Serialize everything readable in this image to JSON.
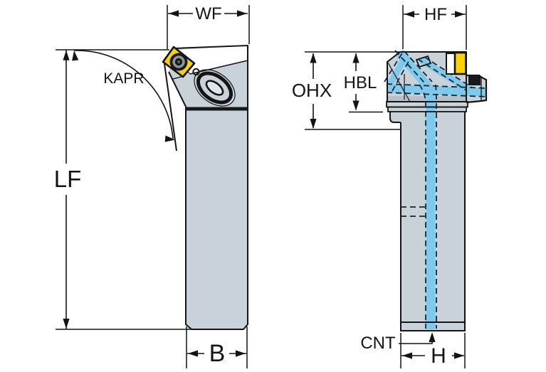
{
  "figure": {
    "type": "technical-dimension-drawing",
    "description": "Turning tool holder with indexable insert, shown in front view (left) and side view (right) with dimension callouts and internal coolant channels",
    "views": [
      {
        "id": "front-view",
        "dimension_labels": [
          "WF",
          "KAPR",
          "LF",
          "B"
        ]
      },
      {
        "id": "side-view",
        "dimension_labels": [
          "HF",
          "OHX",
          "HBL",
          "CNT",
          "H"
        ]
      }
    ]
  },
  "labels": {
    "wf": "WF",
    "kapr": "KAPR",
    "lf": "LF",
    "b": "B",
    "hf": "HF",
    "ohx": "OHX",
    "hbl": "HBL",
    "cnt": "CNT",
    "h": "H"
  },
  "colors": {
    "background": "#ffffff",
    "body_gray": "#c9d2d8",
    "body_shadow": "#b6c0c9",
    "insert_yellow": "#fcd205",
    "coolant_blue": "#7ec9ec",
    "coolant_outline": "#0d2a38",
    "line_black": "#141414",
    "screw_dark": "#15191c",
    "screw_ring": "#90979c"
  }
}
